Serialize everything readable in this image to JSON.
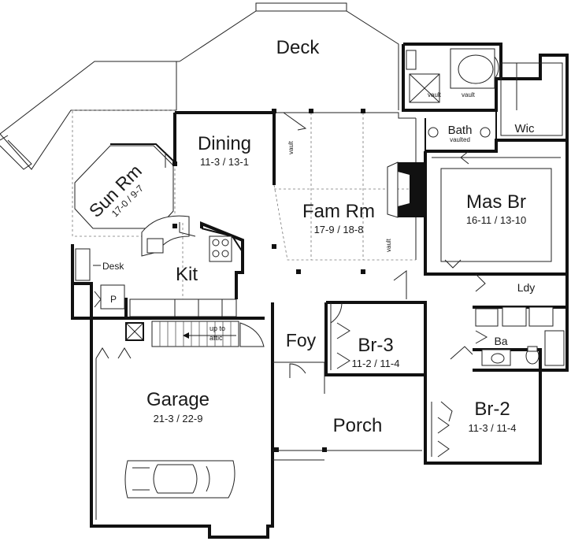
{
  "rooms": {
    "deck": {
      "label": "Deck"
    },
    "dining": {
      "label": "Dining",
      "dims": "11-3 / 13-1"
    },
    "sun_room": {
      "label": "Sun Rm",
      "dims": "17-0 / 9-7"
    },
    "family_room": {
      "label": "Fam Rm",
      "dims": "17-9 / 18-8"
    },
    "master_bedroom": {
      "label": "Mas Br",
      "dims": "16-11 / 13-10"
    },
    "master_bath": {
      "label": "Bath",
      "note": "vaulted"
    },
    "walk_in_closet": {
      "label": "Wic"
    },
    "kitchen": {
      "label": "Kit"
    },
    "desk": {
      "label": "Desk"
    },
    "pantry": {
      "label": "P"
    },
    "laundry": {
      "label": "Ldy"
    },
    "bath_2": {
      "label": "Ba"
    },
    "foyer": {
      "label": "Foy"
    },
    "bedroom_3": {
      "label": "Br-3",
      "dims": "11-2 / 11-4"
    },
    "bedroom_2": {
      "label": "Br-2",
      "dims": "11-3 / 11-4"
    },
    "garage": {
      "label": "Garage",
      "dims": "21-3 / 22-9"
    },
    "porch": {
      "label": "Porch"
    }
  },
  "notes": {
    "attic_line1": "up to",
    "attic_line2": "attic",
    "vault_1": "vault",
    "vault_2": "vault",
    "vault_3": "vault",
    "vault_4": "vault"
  }
}
